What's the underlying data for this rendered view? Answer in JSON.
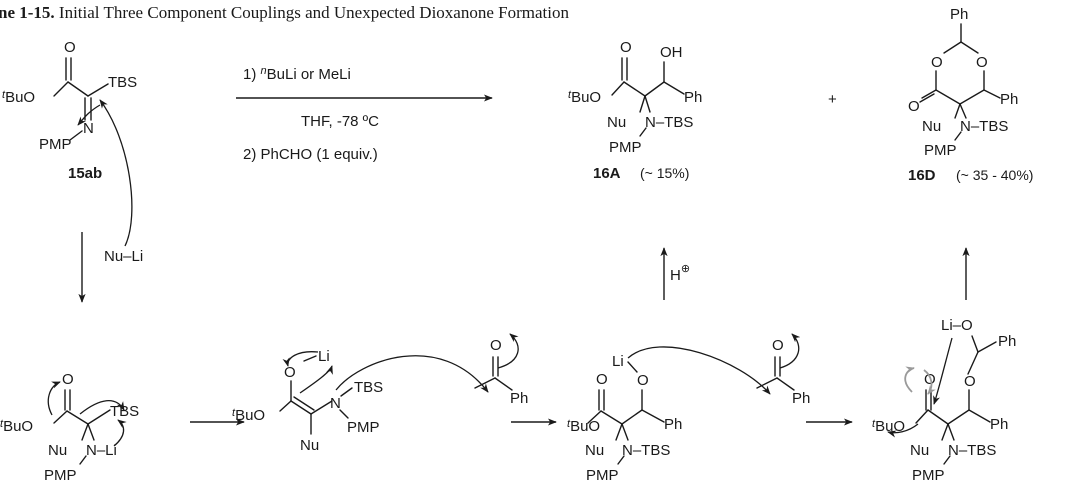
{
  "title": {
    "lead": "ne 1-15.",
    "rest": " Initial Three Component Couplings and Unexpected Dioxanone Formation"
  },
  "reagents": {
    "step1": "1) ",
    "step1_super": "n",
    "step1_rest": "BuLi or MeLi",
    "conditions": "THF, -78 ºC",
    "step2": "2) PhCHO (1 equiv.)"
  },
  "compounds": {
    "c15ab": "15ab",
    "c16A": "16A",
    "c16A_yield": "(~ 15%)",
    "c16D": "16D",
    "c16D_yield": "(~ 35 - 40%)"
  },
  "atoms": {
    "O": "O",
    "OH": "OH",
    "Ph": "Ph",
    "TBS": "TBS",
    "N": "N",
    "Nu": "Nu",
    "PMP": "PMP",
    "Li": "Li",
    "t": "t",
    "BuO": "BuO",
    "NuLi": "Nu–Li",
    "NTBS": "N–TBS",
    "NLi": "N–Li",
    "LiO": "Li–O",
    "plus": "+",
    "H": "H",
    "oplus": "⊕"
  }
}
